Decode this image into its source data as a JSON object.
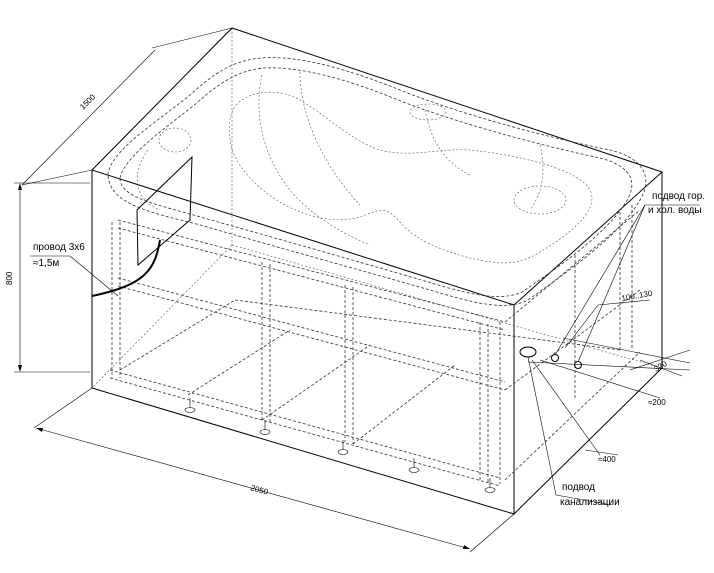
{
  "dimensions": {
    "length": "2050",
    "depth": "1500",
    "height": "800",
    "d_100_130": "100..130",
    "d_330": "330",
    "d_200": "≈200",
    "d_400": "≈400"
  },
  "callouts": {
    "cable_line1": "провод 3х6",
    "cable_line2": "≈1,5м",
    "water_line1": "подвод гор.",
    "water_line2": "и хол. воды",
    "drain_line1": "подвод",
    "drain_line2": "канализации"
  },
  "colors": {
    "line": "#000000",
    "hidden": "#333333",
    "background": "#ffffff"
  }
}
